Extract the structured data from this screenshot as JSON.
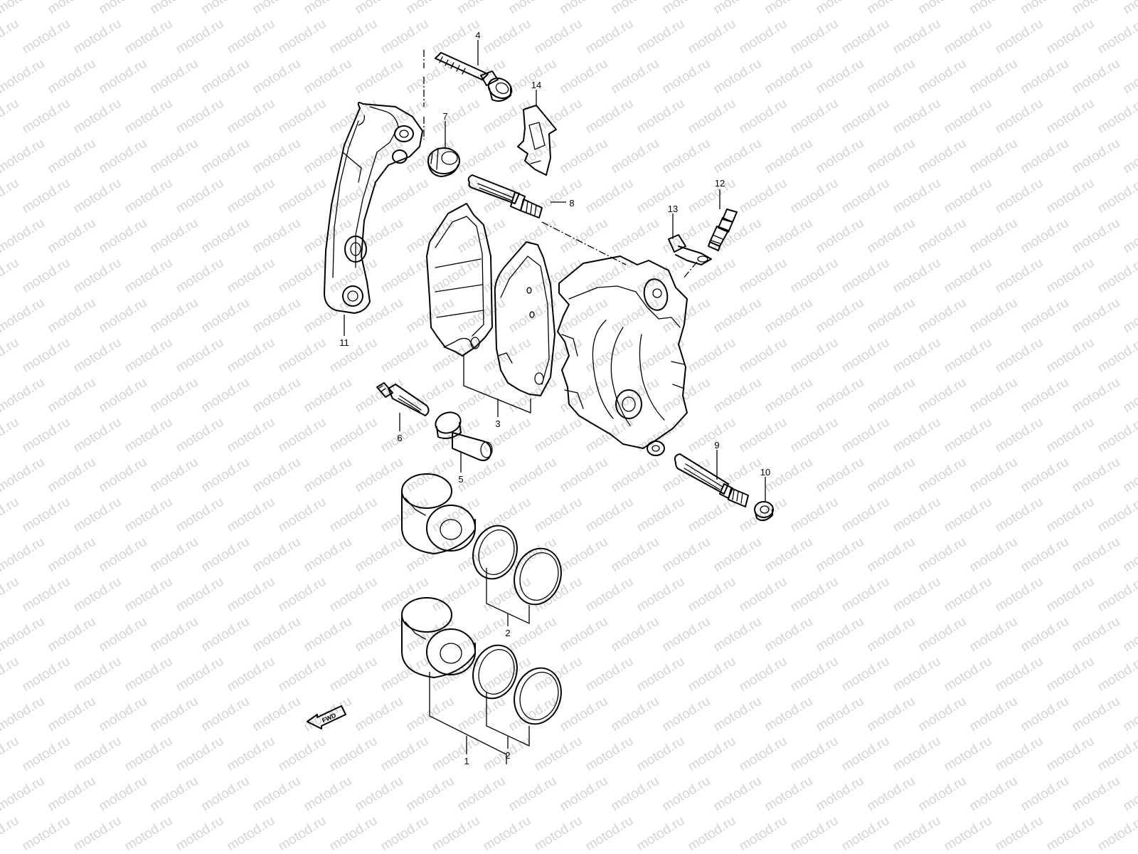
{
  "watermark": {
    "text": "motod.ru",
    "color": "#d4d4d4"
  },
  "diagram": {
    "type": "exploded-parts-view",
    "subject": "front brake caliper",
    "fwd_label": "FWD",
    "callouts": [
      {
        "id": "p1",
        "label": "1"
      },
      {
        "id": "p2a",
        "label": "2"
      },
      {
        "id": "p2b",
        "label": "2"
      },
      {
        "id": "p3",
        "label": "3"
      },
      {
        "id": "p4",
        "label": "4"
      },
      {
        "id": "p5",
        "label": "5"
      },
      {
        "id": "p6",
        "label": "6"
      },
      {
        "id": "p7",
        "label": "7"
      },
      {
        "id": "p8",
        "label": "8"
      },
      {
        "id": "p9",
        "label": "9"
      },
      {
        "id": "p10",
        "label": "10"
      },
      {
        "id": "p11",
        "label": "11"
      },
      {
        "id": "p12",
        "label": "12"
      },
      {
        "id": "p13",
        "label": "13"
      },
      {
        "id": "p14",
        "label": "14"
      }
    ]
  }
}
